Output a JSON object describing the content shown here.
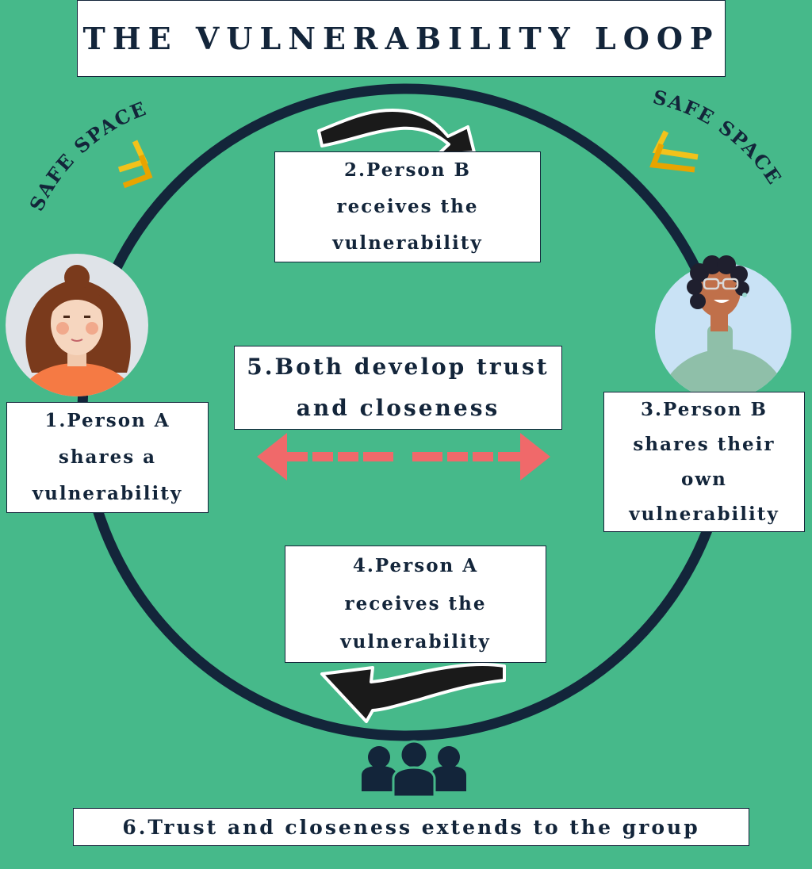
{
  "title": "THE VULNERABILITY LOOP",
  "safe_space_left": "SAFE SPACE",
  "safe_space_right": "SAFE SPACE",
  "steps": {
    "step1": [
      "1.Person A",
      "shares a",
      "vulnerability"
    ],
    "step2": [
      "2.Person B",
      "receives the",
      "vulnerability"
    ],
    "step3": [
      "3.Person B",
      "shares their",
      "own",
      "vulnerability"
    ],
    "step4": [
      "4.Person A",
      "receives the",
      "vulnerability"
    ],
    "step5": [
      "5.Both develop trust",
      "and closeness"
    ],
    "step6": "6.Trust and closeness extends to the group"
  },
  "icons": {
    "person_a": "woman-avatar-icon",
    "person_b": "woman-with-glasses-avatar-icon",
    "group": "group-people-icon",
    "arrow_top": "curved-arrow-right-icon",
    "arrow_bottom": "curved-arrow-left-icon",
    "double_arrow": "dashed-double-arrow-icon",
    "chevrons": "chevron-icon"
  },
  "colors": {
    "background": "#46b98a",
    "navy": "#13253a",
    "accent_yellow": "#f2c21b",
    "arrow_red": "#f0696a",
    "box": "#ffffff"
  }
}
